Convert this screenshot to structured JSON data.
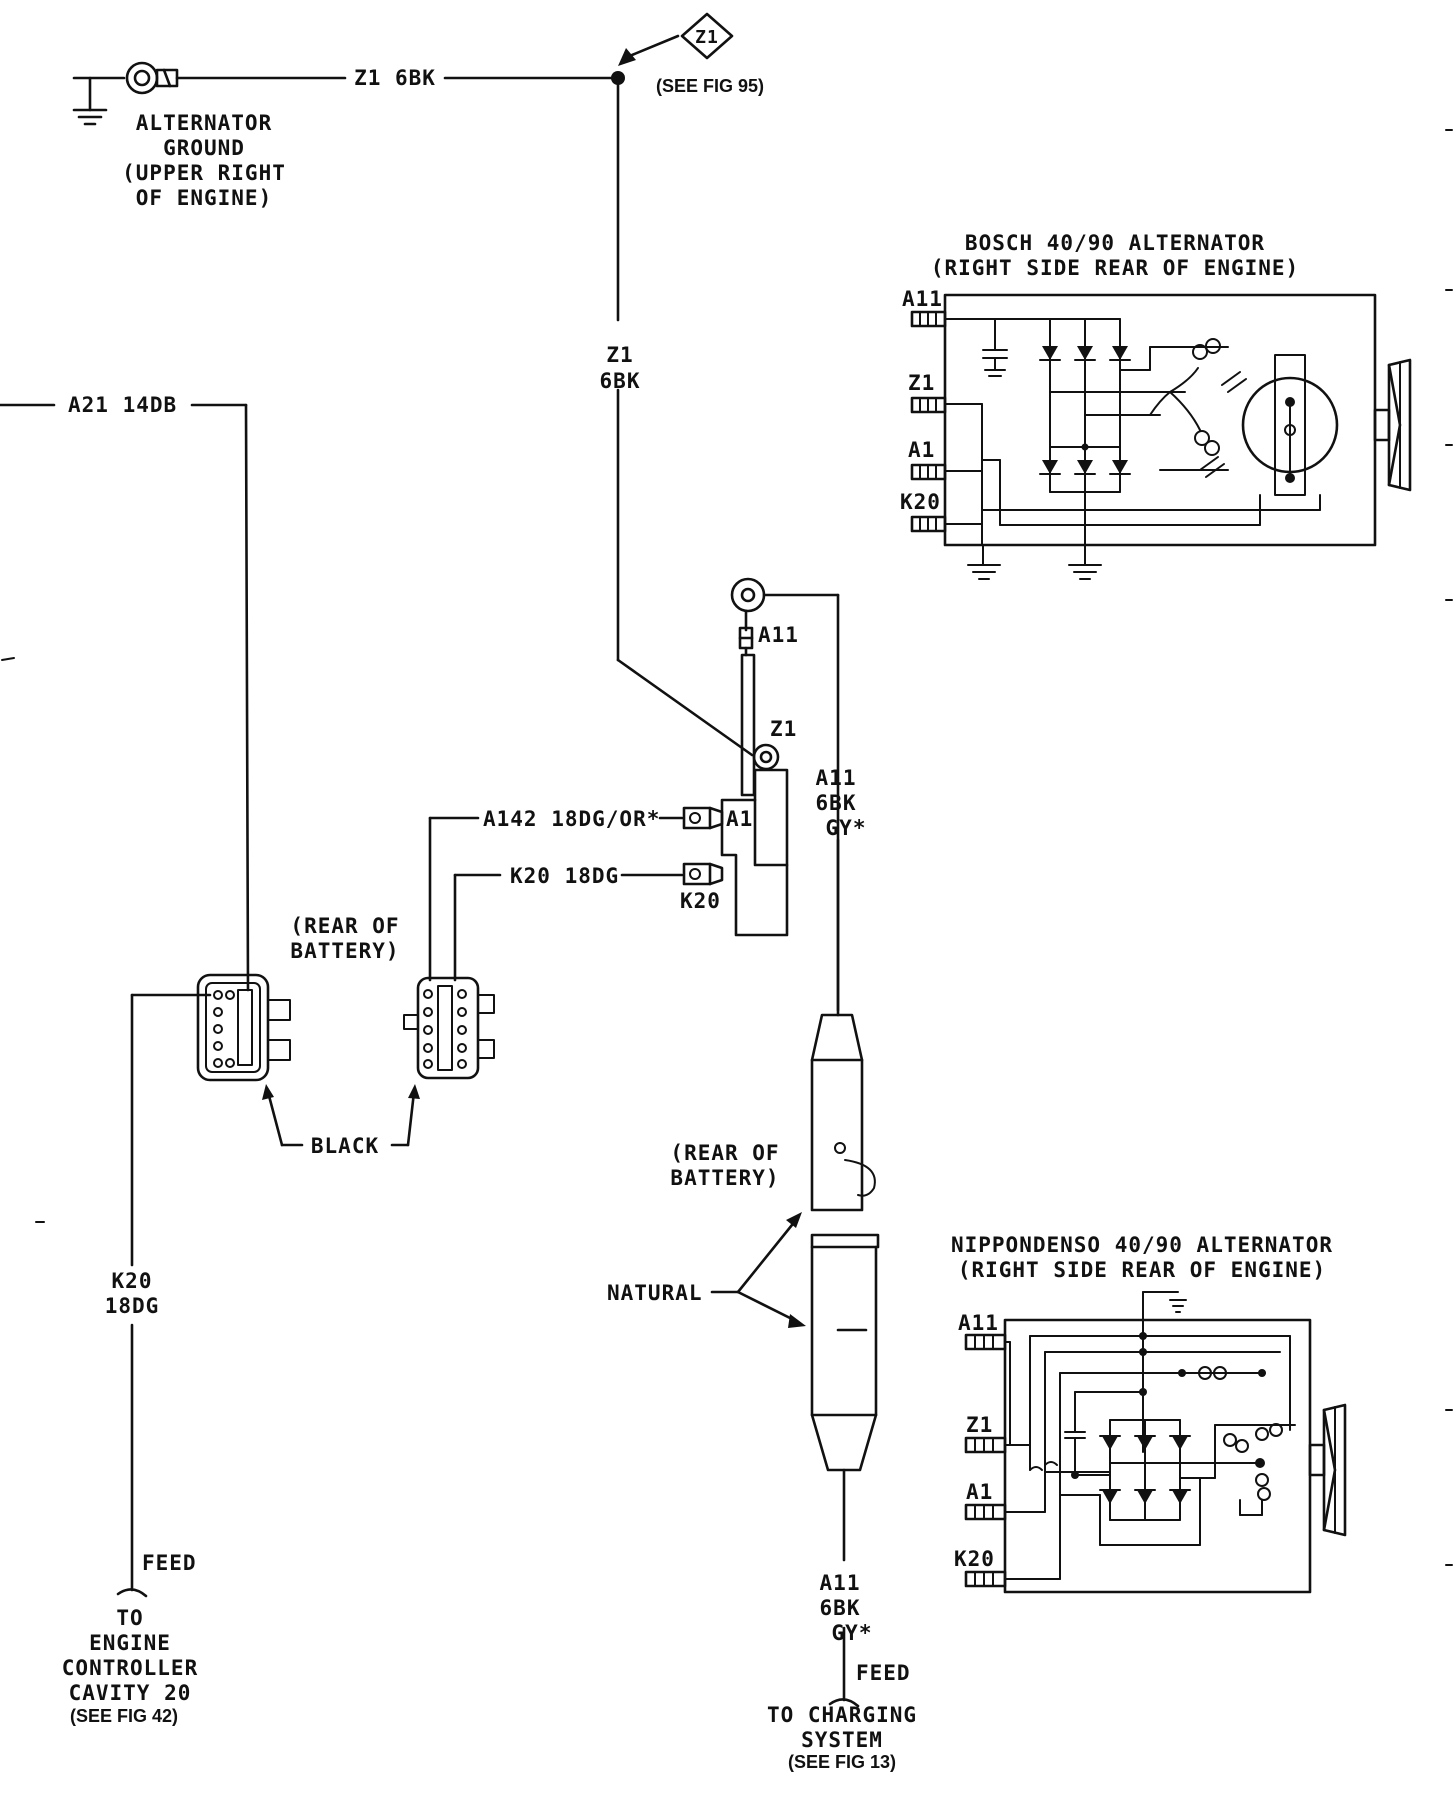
{
  "ground": {
    "lines": [
      "ALTERNATOR",
      "GROUND",
      "(UPPER RIGHT",
      "OF ENGINE)"
    ]
  },
  "wires": {
    "z1_top": "Z1 6BK",
    "z1_vert_1": "Z1",
    "z1_vert_2": "6BK",
    "a21": "A21 14DB",
    "a142": "A142 18DG/OR*",
    "k20_top": "K20 18DG",
    "k20_left_1": "K20",
    "k20_left_2": "18DG",
    "a11_up_1": "A11",
    "a11_up_2": "6BK",
    "a11_up_3": "GY*",
    "a11_low_1": "A11",
    "a11_low_2": "6BK",
    "a11_low_3": "GY*"
  },
  "splice": {
    "tag": "Z1",
    "ref": "(SEE FIG 95)"
  },
  "terminal_block": {
    "a11": "A11",
    "z1": "Z1",
    "a1": "A1",
    "k20": "K20"
  },
  "bosch": {
    "title_1": "BOSCH 40/90 ALTERNATOR",
    "title_2": "(RIGHT SIDE REAR OF ENGINE)",
    "pins": [
      "A11",
      "Z1",
      "A1",
      "K20"
    ]
  },
  "nippondenso": {
    "title_1": "NIPPONDENSO 40/90 ALTERNATOR",
    "title_2": "(RIGHT SIDE REAR OF ENGINE)",
    "pins": [
      "A11",
      "Z1",
      "A1",
      "K20"
    ]
  },
  "connectors": {
    "rear_battery_1": "(REAR OF",
    "rear_battery_2": "BATTERY)",
    "black": "BLACK",
    "rear_battery_b1": "(REAR OF",
    "rear_battery_b2": "BATTERY)",
    "natural": "NATURAL"
  },
  "feeds": {
    "left_feed": "FEED",
    "left_dest": [
      "TO",
      "ENGINE",
      "CONTROLLER",
      "CAVITY 20"
    ],
    "left_ref": "(SEE FIG 42)",
    "right_feed": "FEED",
    "right_dest": [
      "TO CHARGING",
      "SYSTEM"
    ],
    "right_ref": "(SEE FIG 13)"
  }
}
